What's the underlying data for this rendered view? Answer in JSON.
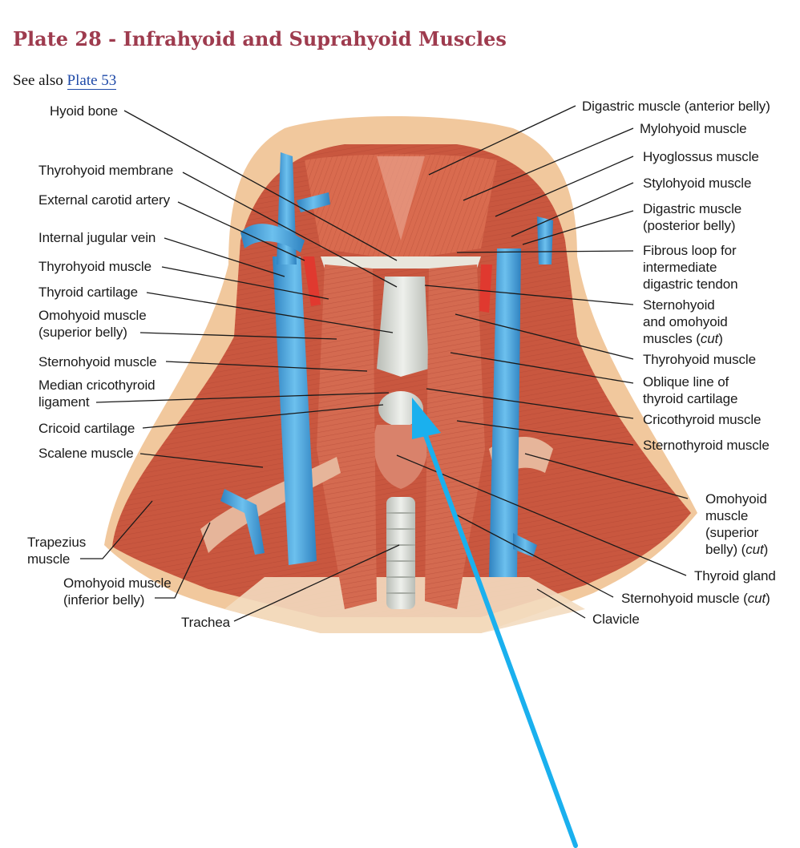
{
  "title": "Plate 28 - Infrahyoid and Suprahyoid Muscles",
  "see_also": {
    "prefix": "See also ",
    "link": "Plate 53"
  },
  "colors": {
    "title": "#9e3b4e",
    "link": "#1f4aa8",
    "muscle": "#c9573f",
    "muscle_light": "#e08a6c",
    "vein": "#4fa3d9",
    "cartilage": "#d9dcd6",
    "skin": "#f1c89d",
    "pointer_arrow": "#1ab0ee"
  },
  "labels": {
    "hyoid_bone": "Hyoid bone",
    "thyrohyoid_membrane": "Thyrohyoid membrane",
    "external_carotid_artery": "External carotid artery",
    "internal_jugular_vein": "Internal jugular vein",
    "thyrohyoid_muscle_left": "Thyrohyoid muscle",
    "thyroid_cartilage": "Thyroid cartilage",
    "omohyoid_superior_left_1": "Omohyoid muscle",
    "omohyoid_superior_left_2": "(superior belly)",
    "sternohyoid_muscle": "Sternohyoid muscle",
    "median_cricothyroid_1": "Median cricothyroid",
    "median_cricothyroid_2": "ligament",
    "cricoid_cartilage": "Cricoid cartilage",
    "scalene_muscle": "Scalene muscle",
    "trapezius_1": "Trapezius",
    "trapezius_2": "muscle",
    "omohyoid_inferior_1": "Omohyoid muscle",
    "omohyoid_inferior_2": "(inferior belly)",
    "trachea": "Trachea",
    "digastric_anterior": "Digastric muscle (anterior belly)",
    "mylohyoid": "Mylohyoid muscle",
    "hyoglossus": "Hyoglossus muscle",
    "stylohyoid": "Stylohyoid muscle",
    "digastric_posterior_1": "Digastric muscle",
    "digastric_posterior_2": "(posterior belly)",
    "fibrous_loop_1": "Fibrous loop for",
    "fibrous_loop_2": "intermediate",
    "fibrous_loop_3": "digastric tendon",
    "sterno_omo_cut_1": "Sternohyoid",
    "sterno_omo_cut_2": "and omohyoid",
    "sterno_omo_cut_3": "muscles (",
    "sterno_omo_cut_4": "cut",
    "sterno_omo_cut_5": ")",
    "thyrohyoid_muscle_right": "Thyrohyoid muscle",
    "oblique_line_1": "Oblique line of",
    "oblique_line_2": "thyroid cartilage",
    "cricothyroid": "Cricothyroid muscle",
    "sternothyroid": "Sternothyroid muscle",
    "omohyoid_right_1": "Omohyoid",
    "omohyoid_right_2": "muscle",
    "omohyoid_right_3": "(superior",
    "omohyoid_right_4": "belly) (",
    "omohyoid_right_5": "cut",
    "omohyoid_right_6": ")",
    "thyroid_gland": "Thyroid gland",
    "sternohyoid_cut_1": "Sternohyoid muscle (",
    "sternohyoid_cut_2": "cut",
    "sternohyoid_cut_3": ")",
    "clavicle": "Clavicle"
  }
}
